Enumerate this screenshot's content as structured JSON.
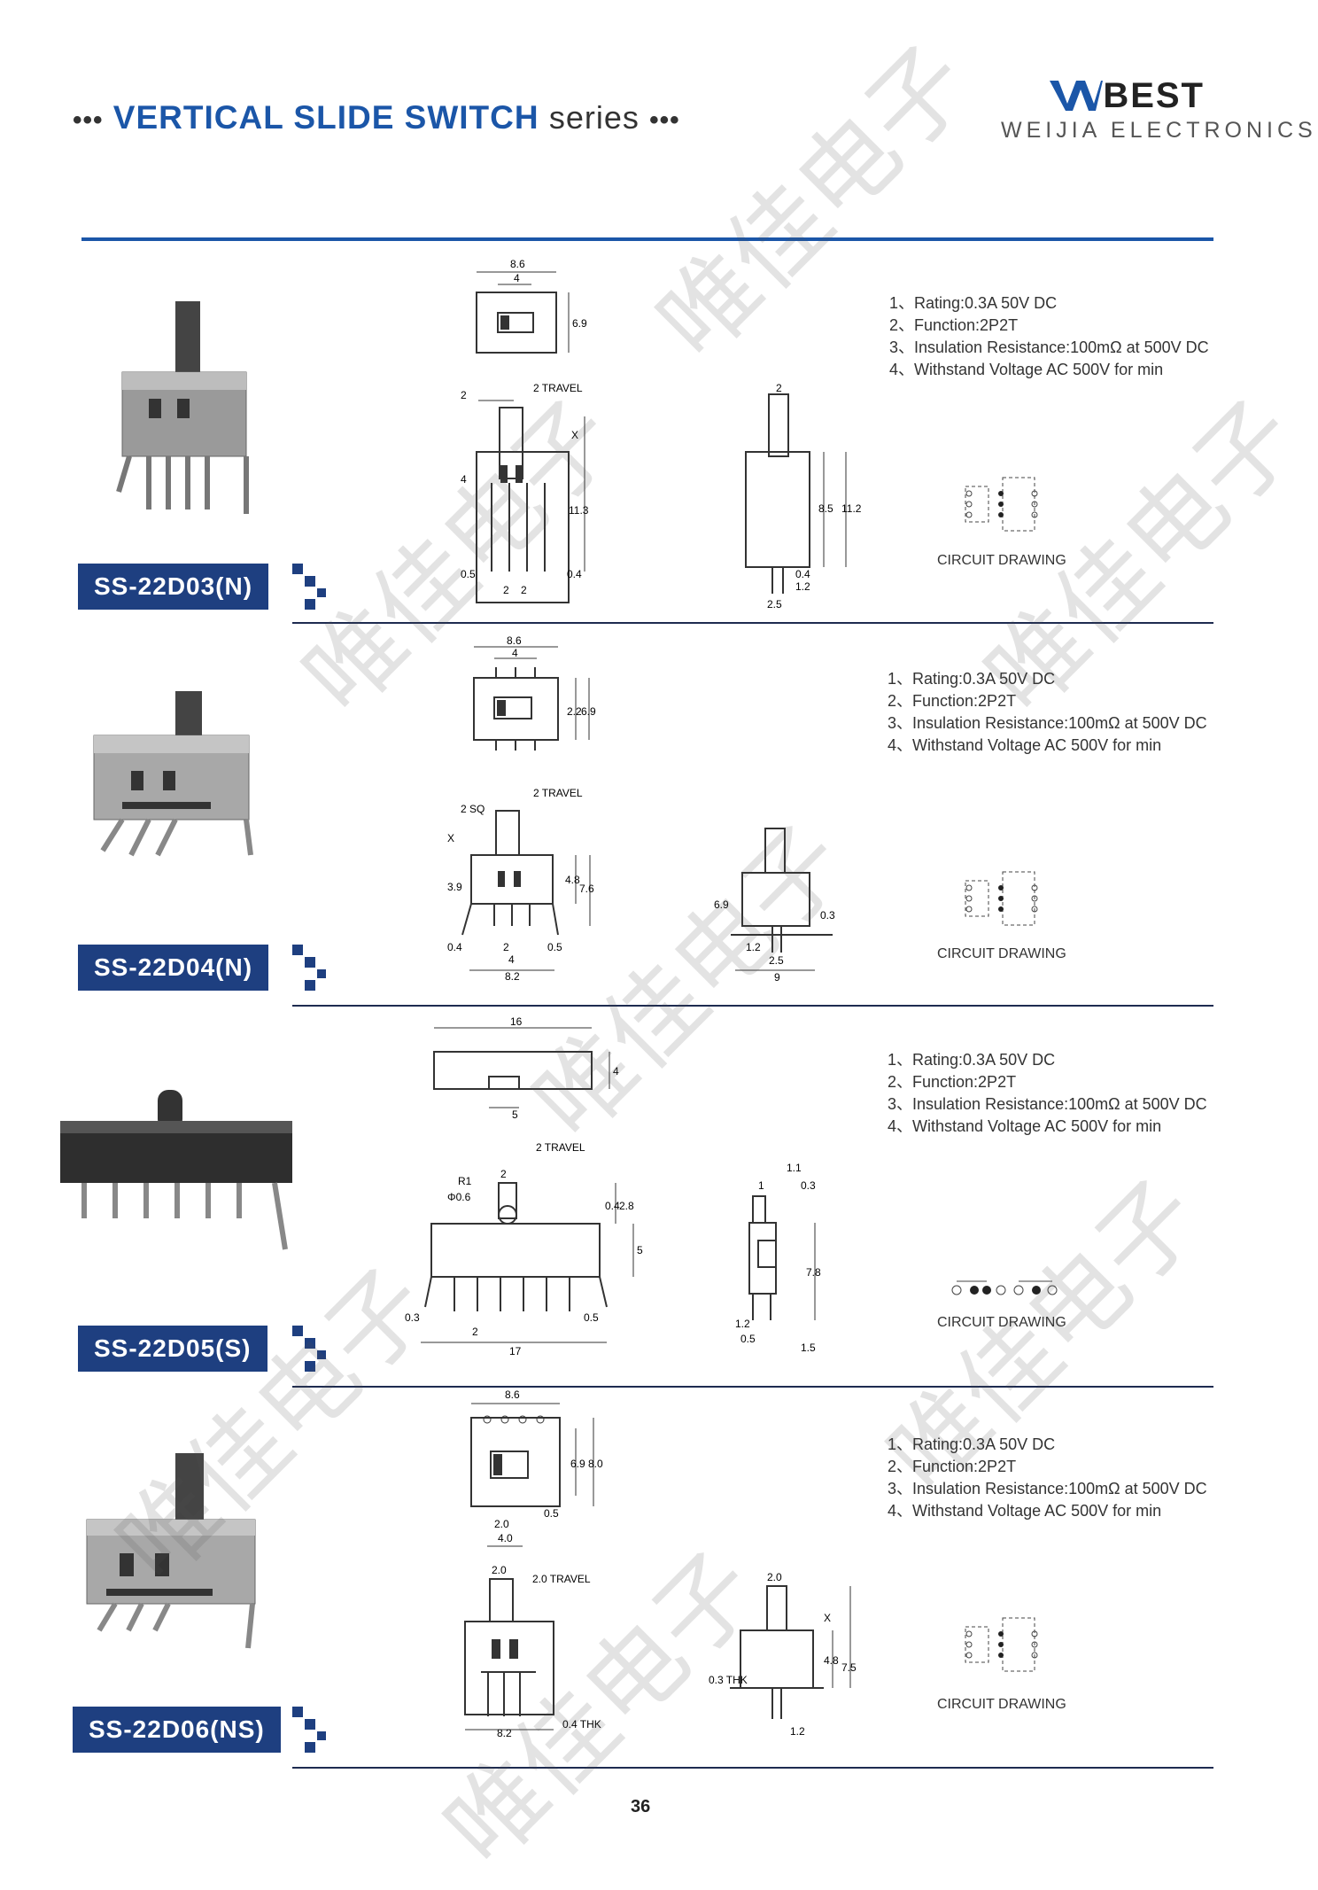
{
  "header": {
    "dots": "•••",
    "title": "VERTICAL SLIDE SWITCH",
    "series": "series",
    "brand": "BEST",
    "brand_sub": "WEIJIA ELECTRONICS"
  },
  "sections": [
    {
      "model": "SS-22D03(N)",
      "specs": [
        "1、Rating:0.3A 50V DC",
        "2、Function:2P2T",
        "3、Insulation Resistance:100mΩ at 500V DC",
        "4、Withstand Voltage AC 500V for min"
      ],
      "circuit_label": "CIRCUIT DRAWING",
      "dims": {
        "a": "8.6",
        "b": "4",
        "c": "6.9",
        "d": "2",
        "e": "2 TRAVEL",
        "f": "X",
        "g": "4",
        "h": "11.3",
        "i": "0.5",
        "j": "2",
        "k": "2",
        "l": "0.4",
        "m": "2",
        "n": "8.5",
        "o": "11.2",
        "p": "0.4",
        "q": "1.2",
        "r": "2.5"
      }
    },
    {
      "model": "SS-22D04(N)",
      "specs": [
        "1、Rating:0.3A 50V DC",
        "2、Function:2P2T",
        "3、Insulation Resistance:100mΩ at 500V DC",
        "4、Withstand Voltage AC 500V for min"
      ],
      "circuit_label": "CIRCUIT DRAWING",
      "dims": {
        "a": "8.6",
        "b": "4",
        "c": "2.2",
        "d": "6.9",
        "e": "2 TRAVEL",
        "f": "2 SQ",
        "g": "X",
        "h": "3.9",
        "i": "4.8",
        "j": "7.6",
        "k": "0.4",
        "l": "2",
        "m": "0.5",
        "n": "4",
        "o": "8.2",
        "p": "6.9",
        "q": "0.3",
        "r": "1.2",
        "s": "2.5",
        "t": "9"
      }
    },
    {
      "model": "SS-22D05(S)",
      "specs": [
        "1、Rating:0.3A 50V DC",
        "2、Function:2P2T",
        "3、Insulation Resistance:100mΩ at 500V DC",
        "4、Withstand Voltage AC 500V for min"
      ],
      "circuit_label": "CIRCUIT DRAWING",
      "dims": {
        "a": "16",
        "b": "4",
        "c": "5",
        "d": "2 TRAVEL",
        "e": "R1",
        "f": "Φ0.6",
        "g": "2",
        "h": "0.4",
        "i": "2.8",
        "j": "5",
        "k": "0.3",
        "l": "2",
        "m": "0.5",
        "n": "17",
        "o": "1.1",
        "p": "1",
        "q": "0.3",
        "r": "7.8",
        "s": "1.2",
        "t": "0.5",
        "u": "1.5"
      }
    },
    {
      "model": "SS-22D06(NS)",
      "specs": [
        "1、Rating:0.3A 50V DC",
        "2、Function:2P2T",
        "3、Insulation Resistance:100mΩ at 500V DC",
        "4、Withstand Voltage AC 500V for min"
      ],
      "circuit_label": "CIRCUIT DRAWING",
      "dims": {
        "a": "8.6",
        "b": "6.9",
        "c": "8.0",
        "d": "2.0",
        "e": "0.5",
        "f": "4.0",
        "g": "2.0",
        "h": "2.0 TRAVEL",
        "i": "8.2",
        "j": "0.4 THK",
        "k": "2.0",
        "l": "0.3 THK",
        "m": "X",
        "n": "4.8",
        "o": "7.5",
        "p": "1.2"
      }
    }
  ],
  "page_number": "36",
  "watermark": "唯佳电子",
  "colors": {
    "accent": "#1b56a8",
    "badge": "#1e3f80"
  }
}
